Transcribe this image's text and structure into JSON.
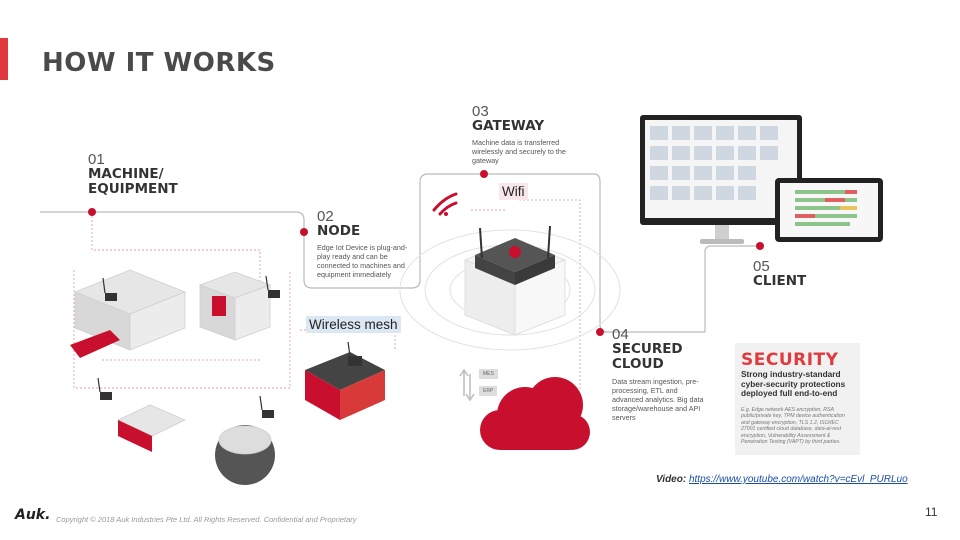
{
  "slide": {
    "title": "HOW IT WORKS",
    "page_number": "11",
    "accent_color": "#e03a3e"
  },
  "steps": [
    {
      "number": "01",
      "title_line1": "MACHINE/",
      "title_line2": "EQUIPMENT",
      "description": ""
    },
    {
      "number": "02",
      "title_line1": "NODE",
      "title_line2": "",
      "description": "Edge Iot Device is plug-and-play ready and can be connected to machines and equipment immediately"
    },
    {
      "number": "03",
      "title_line1": "GATEWAY",
      "title_line2": "",
      "description": "Machine data is transferred wirelessly and securely to the gateway"
    },
    {
      "number": "04",
      "title_line1": "SECURED",
      "title_line2": "CLOUD",
      "description": "Data stream ingestion, pre-processing, ETL and advanced analytics. Big data storage/warehouse and API servers"
    },
    {
      "number": "05",
      "title_line1": "CLIENT",
      "title_line2": "",
      "description": ""
    }
  ],
  "labels": {
    "wifi": "Wifi",
    "wireless_mesh": "Wireless mesh",
    "mes": "MES",
    "erp": "ERP"
  },
  "security": {
    "title": "SECURITY",
    "subtitle": "Strong industry-standard cyber-security protections deployed full end-to-end",
    "details": "E.g. Edge network AES encryption, RSA public/private key, TPM device authentication and gateway encryption, TLS 1.2, ISO/IEC 27001 certified cloud database, data-at-rest encryption, Vulnerability Assessment & Penetration Testing (VAPT) by third parties."
  },
  "footer": {
    "video_label": "Video:",
    "video_url": "https://www.youtube.com/watch?v=cEvl_PURLuo",
    "logo": "Auk.",
    "copyright": "Copyright © 2018 Auk Industries Pte Ltd. All Rights Reserved. Confidential and Proprietary"
  },
  "icons": [
    "wifi-icon",
    "cloud-icon",
    "router-icon",
    "monitor-icon",
    "tablet-icon",
    "machine-icon",
    "node-device-icon",
    "sync-arrows-icon"
  ]
}
